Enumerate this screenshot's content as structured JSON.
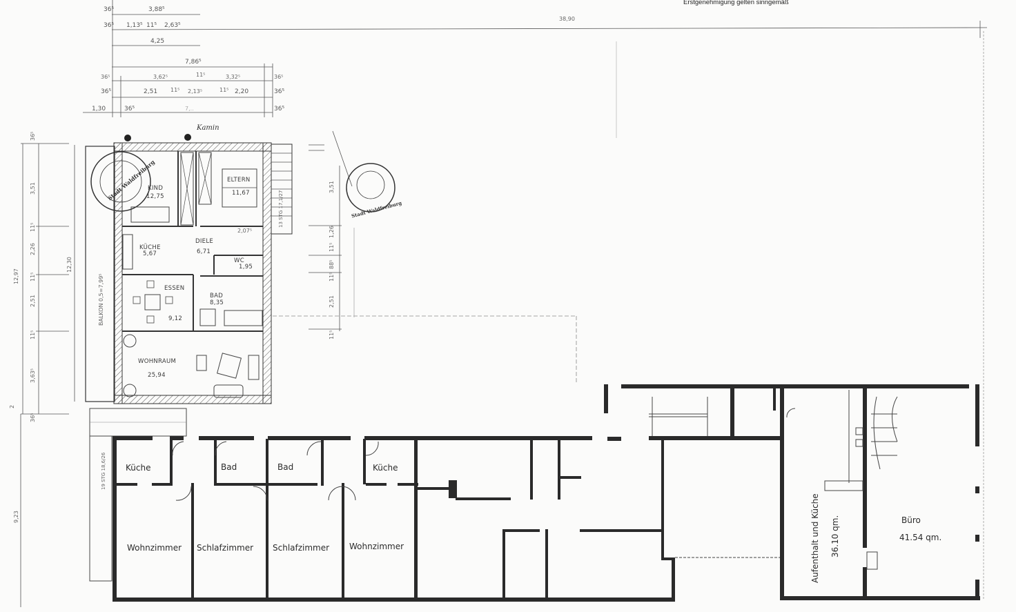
{
  "header": {
    "note": "Erstgenehmigung gelten sinngemäß",
    "overall_width": "38,90"
  },
  "dimensions": {
    "top_rows": [
      {
        "left": "36⁵",
        "value": "3,88⁵"
      },
      {
        "left": "36⁵",
        "a": "1,13⁵",
        "b": "11⁵",
        "c": "2,63⁵"
      },
      {
        "value": "4,25"
      },
      {
        "value": "7,86⁵"
      },
      {
        "left": "36⁵",
        "a": "3,62⁵",
        "b": "11⁵",
        "c": "3,32⁵",
        "right": "36⁵"
      },
      {
        "left": "36⁵",
        "a": "2,51",
        "b": "11⁵",
        "c": "2,13⁵",
        "d": "11⁵",
        "e": "2,20",
        "right": "36⁵"
      },
      {
        "far_left": "1,30",
        "left": "36⁵",
        "value": "7,..",
        "right": "36⁵"
      }
    ],
    "left_column": [
      "36⁵",
      "3,51",
      "11⁵",
      "2,26",
      "11⁵",
      "2,51",
      "11⁵",
      "3,63⁵",
      "36⁵"
    ],
    "left_total": "12,97",
    "left_inner": "12,30",
    "left_lower": "9,23",
    "left_lower_top": "2",
    "right_column": [
      "3,51",
      "1,26",
      "11⁵",
      "88⁵",
      "11⁵",
      "2,51",
      "11⁵"
    ],
    "balcony": "BALKON 0,5=7,99⁵",
    "stair_upper": "13 STG 17,1/27",
    "stair_lower": "19 STG 18,6/26",
    "chimney": "Kamin",
    "dim_207": "2,07⁵"
  },
  "upper_apartment": {
    "rooms": [
      {
        "name": "KIND",
        "area": "12,75"
      },
      {
        "name": "ELTERN",
        "area": "11,67"
      },
      {
        "name": "KÜCHE",
        "area": "5,67"
      },
      {
        "name": "DIELE",
        "area": "6,71"
      },
      {
        "name": "WC",
        "area": "1,95"
      },
      {
        "name": "ESSEN",
        "area": "9,12"
      },
      {
        "name": "BAD",
        "area": "8,35"
      },
      {
        "name": "WOHNRAUM",
        "area": "25,94"
      }
    ]
  },
  "stamps": [
    {
      "text": "Stadt Waldfreiburg"
    },
    {
      "text": "Stadt Waldfreiburg"
    }
  ],
  "ground_floor": {
    "rooms": [
      {
        "name": "Küche"
      },
      {
        "name": "Bad"
      },
      {
        "name": "Bad"
      },
      {
        "name": "Küche"
      },
      {
        "name": "Wohnzimmer"
      },
      {
        "name": "Schlafzimmer"
      },
      {
        "name": "Schlafzimmer"
      },
      {
        "name": "Wohnzimmer"
      },
      {
        "name": "Aufenthalt und Küche",
        "area": "36.10 qm."
      },
      {
        "name": "Büro",
        "area": "41.54 qm."
      }
    ]
  },
  "colors": {
    "paper": "#fbfbfa",
    "wall": "#2a2a2a",
    "line": "#444444",
    "hatch": "#555555"
  }
}
